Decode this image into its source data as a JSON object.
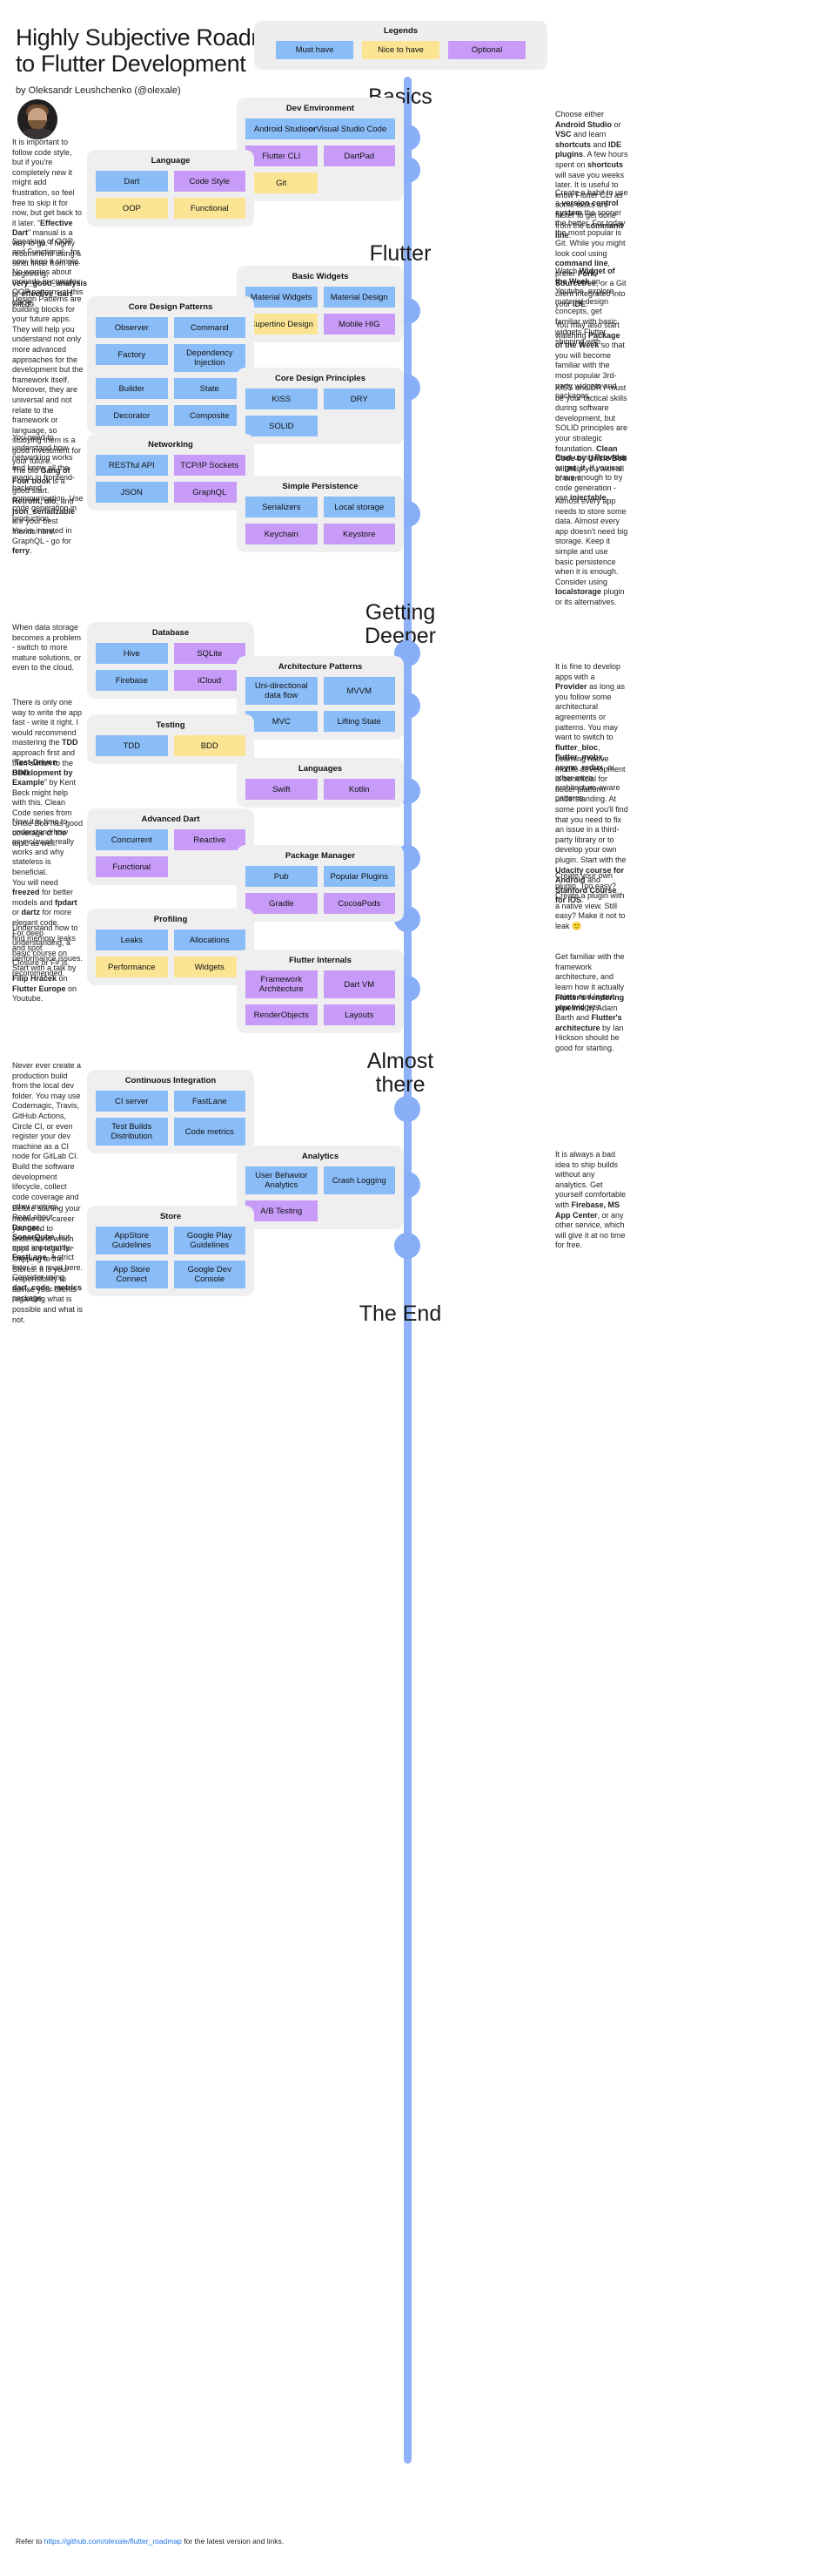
{
  "header": {
    "title_line1": "Highly Subjective Roadmap",
    "title_line2": "to Flutter Development",
    "byline": "by Oleksandr Leushchenko (@olexale)"
  },
  "legends": {
    "heading": "Legends",
    "items": [
      {
        "label": "Must have",
        "color": "#8ABCF7"
      },
      {
        "label": "Nice to have",
        "color": "#FBE594"
      },
      {
        "label": "Optional",
        "color": "#C79BF7"
      }
    ]
  },
  "palette": {
    "must": "#8ABCF7",
    "nice": "#FBE594",
    "optional": "#C79BF7",
    "card_bg": "#efefef",
    "spine": "#8EB1F7",
    "node": "#88AEF8",
    "link": "#1a73e8"
  },
  "phases": [
    {
      "label": "Basics"
    },
    {
      "label": "Flutter"
    },
    {
      "label": "Getting\nDeeper"
    },
    {
      "label": "Almost\nthere"
    },
    {
      "label": "The End"
    }
  ],
  "groups": [
    {
      "id": "dev-environment",
      "title": "Dev Environment",
      "items": [
        {
          "label": "Android Studio or Visual Studio Code",
          "level": "must",
          "span": "wide",
          "bold_word": "or"
        },
        {
          "label": "Flutter CLI",
          "level": "optional",
          "span": "half"
        },
        {
          "label": "DartPad",
          "level": "optional",
          "span": "half"
        },
        {
          "label": "Git",
          "level": "nice",
          "span": "half"
        }
      ]
    },
    {
      "id": "language",
      "title": "Language",
      "items": [
        {
          "label": "Dart",
          "level": "must",
          "span": "half"
        },
        {
          "label": "Code Style",
          "level": "optional",
          "span": "half"
        },
        {
          "label": "OOP",
          "level": "nice",
          "span": "half"
        },
        {
          "label": "Functional",
          "level": "nice",
          "span": "half"
        }
      ]
    },
    {
      "id": "basic-widgets",
      "title": "Basic Widgets",
      "items": [
        {
          "label": "Material Widgets",
          "level": "must",
          "span": "half"
        },
        {
          "label": "Material Design",
          "level": "must",
          "span": "half"
        },
        {
          "label": "Cupertino Design",
          "level": "nice",
          "span": "half"
        },
        {
          "label": "Mobile HIG",
          "level": "optional",
          "span": "half"
        }
      ]
    },
    {
      "id": "core-design-patterns",
      "title": "Core Design Patterns",
      "items": [
        {
          "label": "Observer",
          "level": "must",
          "span": "half"
        },
        {
          "label": "Command",
          "level": "must",
          "span": "half"
        },
        {
          "label": "Factory",
          "level": "must",
          "span": "half"
        },
        {
          "label": "Dependency Injection",
          "level": "must",
          "span": "half",
          "tall": true
        },
        {
          "label": "Builder",
          "level": "must",
          "span": "half"
        },
        {
          "label": "State",
          "level": "must",
          "span": "half"
        },
        {
          "label": "Decorator",
          "level": "must",
          "span": "half"
        },
        {
          "label": "Composite",
          "level": "must",
          "span": "half"
        }
      ]
    },
    {
      "id": "core-design-principles",
      "title": "Core Design Principles",
      "items": [
        {
          "label": "KISS",
          "level": "must",
          "span": "half"
        },
        {
          "label": "DRY",
          "level": "must",
          "span": "half"
        },
        {
          "label": "SOLID",
          "level": "must",
          "span": "half"
        }
      ]
    },
    {
      "id": "networking",
      "title": "Networking",
      "items": [
        {
          "label": "RESTful API",
          "level": "must",
          "span": "half"
        },
        {
          "label": "TCP/IP Sockets",
          "level": "optional",
          "span": "half"
        },
        {
          "label": "JSON",
          "level": "must",
          "span": "half"
        },
        {
          "label": "GraphQL",
          "level": "optional",
          "span": "half"
        }
      ]
    },
    {
      "id": "simple-persistence",
      "title": "Simple Persistence",
      "items": [
        {
          "label": "Serializers",
          "level": "must",
          "span": "half"
        },
        {
          "label": "Local storage",
          "level": "must",
          "span": "half"
        },
        {
          "label": "Keychain",
          "level": "optional",
          "span": "half"
        },
        {
          "label": "Keystore",
          "level": "optional",
          "span": "half"
        }
      ]
    },
    {
      "id": "database",
      "title": "Database",
      "items": [
        {
          "label": "Hive",
          "level": "must",
          "span": "half"
        },
        {
          "label": "SQLite",
          "level": "optional",
          "span": "half"
        },
        {
          "label": "Firebase",
          "level": "must",
          "span": "half"
        },
        {
          "label": "iCloud",
          "level": "optional",
          "span": "half"
        }
      ]
    },
    {
      "id": "architecture-patterns",
      "title": "Architecture Patterns",
      "items": [
        {
          "label": "Uni-directional data flow",
          "level": "must",
          "span": "half",
          "tall": true
        },
        {
          "label": "MVVM",
          "level": "must",
          "span": "half",
          "tall": true
        },
        {
          "label": "MVC",
          "level": "must",
          "span": "half"
        },
        {
          "label": "Lifting State",
          "level": "must",
          "span": "half"
        }
      ]
    },
    {
      "id": "testing",
      "title": "Testing",
      "items": [
        {
          "label": "TDD",
          "level": "must",
          "span": "half"
        },
        {
          "label": "BDD",
          "level": "nice",
          "span": "half"
        }
      ]
    },
    {
      "id": "languages",
      "title": "Languages",
      "items": [
        {
          "label": "Swift",
          "level": "optional",
          "span": "half"
        },
        {
          "label": "Kotlin",
          "level": "optional",
          "span": "half"
        }
      ]
    },
    {
      "id": "advanced-dart",
      "title": "Advanced Dart",
      "items": [
        {
          "label": "Concurrent",
          "level": "must",
          "span": "half"
        },
        {
          "label": "Reactive",
          "level": "optional",
          "span": "half"
        },
        {
          "label": "Functional",
          "level": "optional",
          "span": "half"
        }
      ]
    },
    {
      "id": "package-manager",
      "title": "Package Manager",
      "items": [
        {
          "label": "Pub",
          "level": "must",
          "span": "half"
        },
        {
          "label": "Popular Plugins",
          "level": "must",
          "span": "half"
        },
        {
          "label": "Gradle",
          "level": "optional",
          "span": "half"
        },
        {
          "label": "CocoaPods",
          "level": "optional",
          "span": "half"
        }
      ]
    },
    {
      "id": "profiling",
      "title": "Profiling",
      "items": [
        {
          "label": "Leaks",
          "level": "must",
          "span": "half"
        },
        {
          "label": "Allocations",
          "level": "must",
          "span": "half"
        },
        {
          "label": "Performance",
          "level": "nice",
          "span": "half"
        },
        {
          "label": "Widgets",
          "level": "nice",
          "span": "half"
        }
      ]
    },
    {
      "id": "flutter-internals",
      "title": "Flutter Internals",
      "items": [
        {
          "label": "Framework Architecture",
          "level": "optional",
          "span": "half",
          "tall": true
        },
        {
          "label": "Dart VM",
          "level": "optional",
          "span": "half",
          "tall": true
        },
        {
          "label": "RenderObjects",
          "level": "optional",
          "span": "half"
        },
        {
          "label": "Layouts",
          "level": "optional",
          "span": "half"
        }
      ]
    },
    {
      "id": "continuous-integration",
      "title": "Continuous Integration",
      "items": [
        {
          "label": "CI server",
          "level": "must",
          "span": "half"
        },
        {
          "label": "FastLane",
          "level": "must",
          "span": "half"
        },
        {
          "label": "Test Builds Distribution",
          "level": "must",
          "span": "half",
          "tall": true
        },
        {
          "label": "Code metrics",
          "level": "must",
          "span": "half",
          "tall": true
        }
      ]
    },
    {
      "id": "analytics",
      "title": "Analytics",
      "items": [
        {
          "label": "User Behavior Analytics",
          "level": "must",
          "span": "half",
          "tall": true
        },
        {
          "label": "Crash Logging",
          "level": "must",
          "span": "half",
          "tall": true
        },
        {
          "label": "A/B Testing",
          "level": "optional",
          "span": "half"
        }
      ]
    },
    {
      "id": "store",
      "title": "Store",
      "items": [
        {
          "label": "AppStore Guidelines",
          "level": "must",
          "span": "half",
          "tall": true
        },
        {
          "label": "Google Play Guidelines",
          "level": "must",
          "span": "half",
          "tall": true
        },
        {
          "label": "App Store Connect",
          "level": "must",
          "span": "half",
          "tall": true
        },
        {
          "label": "Google Dev Console",
          "level": "must",
          "span": "half",
          "tall": true
        }
      ]
    }
  ],
  "notes": {
    "code_style": "It is important to follow code style, but if you're completely new it might add frustration, so feel free to skip it for now, but get back to it later. “Effective Dart” manual is a way to go. I highly recommend using a strict linter from the beginning, very_good_analysis or effective_dart will do.",
    "oop_functional": "Speaking of OOP and Functional - for now, keep it simple. No worries about monads or complex OOP patterns at this stage.",
    "design_patterns": "Design Patterns are building blocks for your future apps. They will help you understand not only more advanced approaches for the development but the framework itself. Moreover, they are universal and not relate to the framework or language, so studying them is a good investment for your future.\nThe old Gang of Four book is a good start.",
    "networking": "You need to understand how networking works and know all the magic in frontend-backend communication. Use code generation in production.",
    "networking2": "Retrofit, dio, and json_serializable are your best friends here.",
    "networking3": "You're intested in GraphQL - go for ferry.",
    "dev_env": "Choose either Android Studio or VSC and learn shortcuts and IDE plugins. A few hours spent on shortcuts will save you weeks later. It is useful to know Flutter CLI as some tasks are faster to get done from the command line.",
    "dev_env2": "Create a habit to use a version control system the sooner the better. For today the most popular is Git. While you might look cool using command line, prefer Fork, Sourcetree, or a Git client integrated into your IDE.",
    "basic_widgets": "Watch Widget of the Week on Youtube, explore material design concepts, get familiar with basic widgets Flutter shipping with.",
    "basic_widgets2": "You may also start watching Package of the Week so that you will become familiar with the most popular 3rd-party widgets and packages.",
    "principles": "KISS and DRY must be your tactical skills during software development, but SOLID principles are your strategic foundation. Clean Code by Uncle Bob will help you with all of them.",
    "principles2": "Start using Provider or get_it. If you are brave enough to try code generation - use injectable.",
    "persistence": "Almost every app needs to store some data. Almost every app doesn't need big storage. Keep it simple and use basic persistence when it is enough. Consider using localstorage plugin or its alternatives.",
    "database": "When data storage becomes a problem - switch to more mature solutions, or even to the cloud.",
    "testing": "There is only one way to write the app fast - write it right. I would recommend mastering the TDD approach first and then switch to the BDD.",
    "testing2": "“Test-Driven Development by Example” by Kent Beck might help with this. Clean Code series from Uncle Bob has good coverage of the topic as well.",
    "advanced_dart": "Now it is time to understand how async/await really works and why stateless is beneficial.\nYou will need freezed for better models and fpdart or dartz for more elegant code.\nFor deep understanding, a basic course on Closure or F# is recommended.",
    "profiling": "Understand how to find memory leaks and spot performance issues. Start with a talk by Filip Hráček on Flutter Europe on Youtube.",
    "architecture": "It is fine to develop apps with a Provider as long as you follow some architectural agreements or patterns. You may want to switch to flutter_bloc, flutter_mobx, async_redux, or other more architecture-aware patterns.",
    "languages": "Learning native mobile development is beneficial for better platform understanding. At some point you'll find that you need to fix an issue in a third-party library or to develop your own plugin. Start with the Udacity course for Android and Stanford Course for iOS.",
    "package_manager": "Create your own plugin. Too easy? Create a plugin with a native view. Still easy? Make it not to leak 🙂",
    "flutter_internals": "Get familiar with the framework architecture, and learn how it actually paints and layout your widgets.",
    "flutter_internals2": "Flutter's rendering pipeline by Adam Barth and Flutter's architecture by Ian Hickson should be good for starting.",
    "ci": "Never ever create a production build from the local dev folder. You may use Codemagic, Travis, GitHub Actions, Circle CI, or even register your dev machine as a CI node for GitLab CI. Build the software development lifecycle, collect code coverage and other metrics.\nRead about Danger, SonarQube, but most importantly - FastLane. A strict linter is a must here. Consider using dart_code_metrics package.",
    "analytics": "It is always a bad idea to ship builds without any analytics. Get yourself comfortable with Firebase, MS App Center, or any other service, which will give it at no time for free.",
    "store": "Before starting your mobile dev career you need to understand which apps are legal for shipping to the Stores. It is your responsibility to advise your clients regarding what is possible and what is not."
  },
  "footer": {
    "prefix": "Refer to ",
    "link": "https://github.com/olexale/flutter_roadmap",
    "suffix": " for the latest version and links."
  }
}
